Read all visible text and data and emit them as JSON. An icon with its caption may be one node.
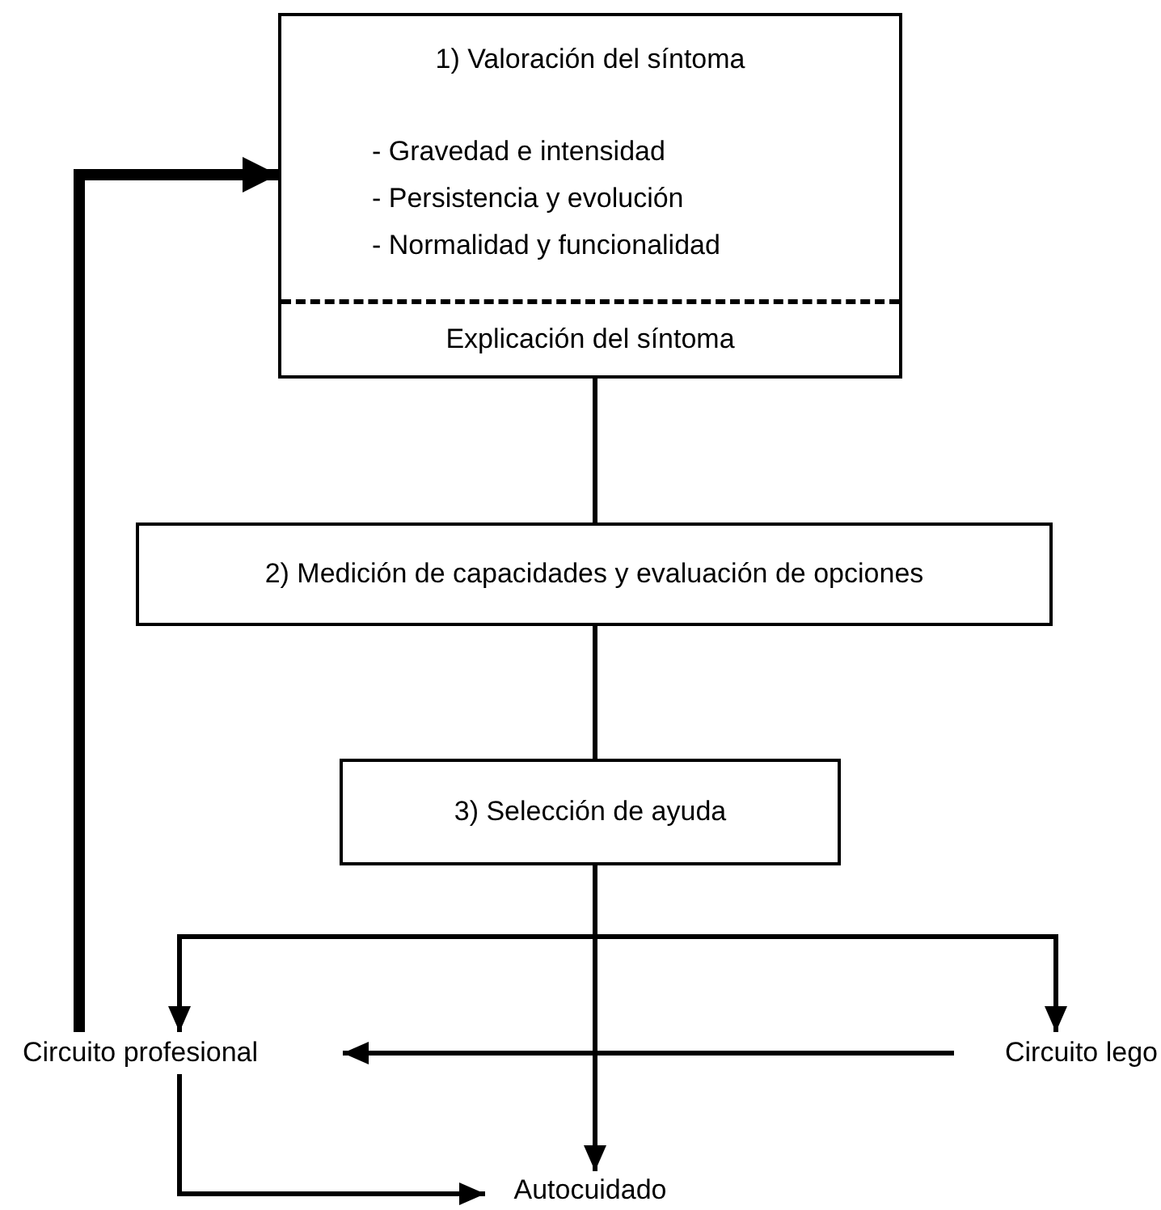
{
  "diagram": {
    "nodes": [
      {
        "text": [
          "1) Valoración del síntoma",
          "- Gravedad e intensidad",
          "- Persistencia y evolución",
          "- Normalidad y funcionalidad"
        ]
      },
      {
        "text": [
          "Explicación del síntoma"
        ],
        "in": 0
      },
      {
        "text": [
          "2) Medición de capacidades y evaluación de opciones"
        ]
      },
      {
        "text": [
          "3) Selección de ayuda"
        ]
      },
      {
        "text": [
          "Circuito profesional"
        ]
      },
      {
        "text": [
          "Circuito lego"
        ]
      },
      {
        "text": [
          "Autocuidado"
        ]
      }
    ],
    "edges": [
      {
        "from": 1,
        "to": 2,
        "arrow": "none"
      },
      {
        "from": 2,
        "to": 3,
        "arrow": "none"
      },
      {
        "from": 3,
        "to": 4,
        "arrow": "to"
      },
      {
        "from": 3,
        "to": 5,
        "arrow": "to"
      },
      {
        "from": 3,
        "to": 6,
        "arrow": "to"
      },
      {
        "from": 5,
        "to": 4,
        "arrow": "to"
      },
      {
        "from": 4,
        "to": 6,
        "arrow": "to"
      },
      {
        "from": 4,
        "to": 0,
        "arrow": "to",
        "style": "thick"
      }
    ]
  }
}
